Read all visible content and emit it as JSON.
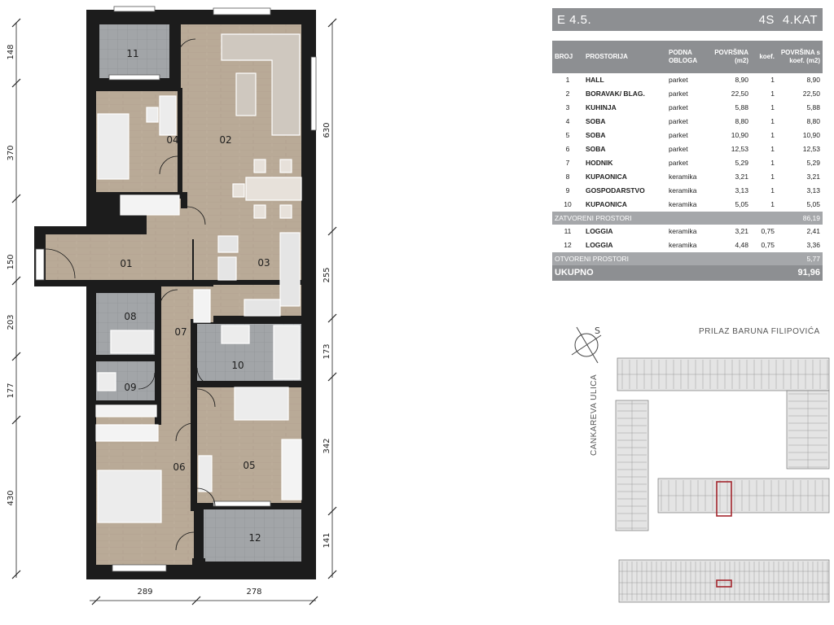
{
  "header": {
    "code": "E 4.5.",
    "type": "4S",
    "floor": "4.KAT"
  },
  "table": {
    "columns": [
      "BROJ",
      "PROSTORIJA",
      "PODNA OBLOGA",
      "POVRŠINA (m2)",
      "koef.",
      "POVRŠINA s koef. (m2)"
    ],
    "rows": [
      {
        "no": "1",
        "room": "HALL",
        "floor": "parket",
        "area": "8,90",
        "koef": "1",
        "area_k": "8,90"
      },
      {
        "no": "2",
        "room": "BORAVAK/ BLAG.",
        "floor": "parket",
        "area": "22,50",
        "koef": "1",
        "area_k": "22,50"
      },
      {
        "no": "3",
        "room": "KUHINJA",
        "floor": "parket",
        "area": "5,88",
        "koef": "1",
        "area_k": "5,88"
      },
      {
        "no": "4",
        "room": "SOBA",
        "floor": "parket",
        "area": "8,80",
        "koef": "1",
        "area_k": "8,80"
      },
      {
        "no": "5",
        "room": "SOBA",
        "floor": "parket",
        "area": "10,90",
        "koef": "1",
        "area_k": "10,90"
      },
      {
        "no": "6",
        "room": "SOBA",
        "floor": "parket",
        "area": "12,53",
        "koef": "1",
        "area_k": "12,53"
      },
      {
        "no": "7",
        "room": "HODNIK",
        "floor": "parket",
        "area": "5,29",
        "koef": "1",
        "area_k": "5,29"
      },
      {
        "no": "8",
        "room": "KUPAONICA",
        "floor": "keramika",
        "area": "3,21",
        "koef": "1",
        "area_k": "3,21"
      },
      {
        "no": "9",
        "room": "GOSPODARSTVO",
        "floor": "keramika",
        "area": "3,13",
        "koef": "1",
        "area_k": "3,13"
      },
      {
        "no": "10",
        "room": "KUPAONICA",
        "floor": "keramika",
        "area": "5,05",
        "koef": "1",
        "area_k": "5,05"
      }
    ],
    "closed": {
      "label": "ZATVORENI PROSTORI",
      "value": "86,19"
    },
    "loggias": [
      {
        "no": "11",
        "room": "LOGGIA",
        "floor": "keramika",
        "area": "3,21",
        "koef": "0,75",
        "area_k": "2,41"
      },
      {
        "no": "12",
        "room": "LOGGIA",
        "floor": "keramika",
        "area": "4,48",
        "koef": "0,75",
        "area_k": "3,36"
      }
    ],
    "open": {
      "label": "OTVORENI PROSTORI",
      "value": "5,77"
    },
    "total": {
      "label": "UKUPNO",
      "value": "91,96"
    }
  },
  "site": {
    "street_top": "PRILAZ BARUNA FILIPOVIĆA",
    "street_left": "CANKAREVA ULICA",
    "north": "S"
  },
  "plan": {
    "rooms": [
      "11",
      "04",
      "02",
      "01",
      "03",
      "08",
      "07",
      "10",
      "09",
      "06",
      "05",
      "12"
    ],
    "dims_left": [
      "148",
      "370",
      "150",
      "203",
      "177",
      "430"
    ],
    "dims_right": [
      "630",
      "255",
      "173",
      "342",
      "141"
    ],
    "dims_bottom": [
      "289",
      "278"
    ]
  },
  "colors": {
    "header": "#8d8f92",
    "wood": "#b9aa97",
    "tile": "#9da0a3",
    "wall": "#1c1c1c",
    "highlight": "#a3272e"
  }
}
